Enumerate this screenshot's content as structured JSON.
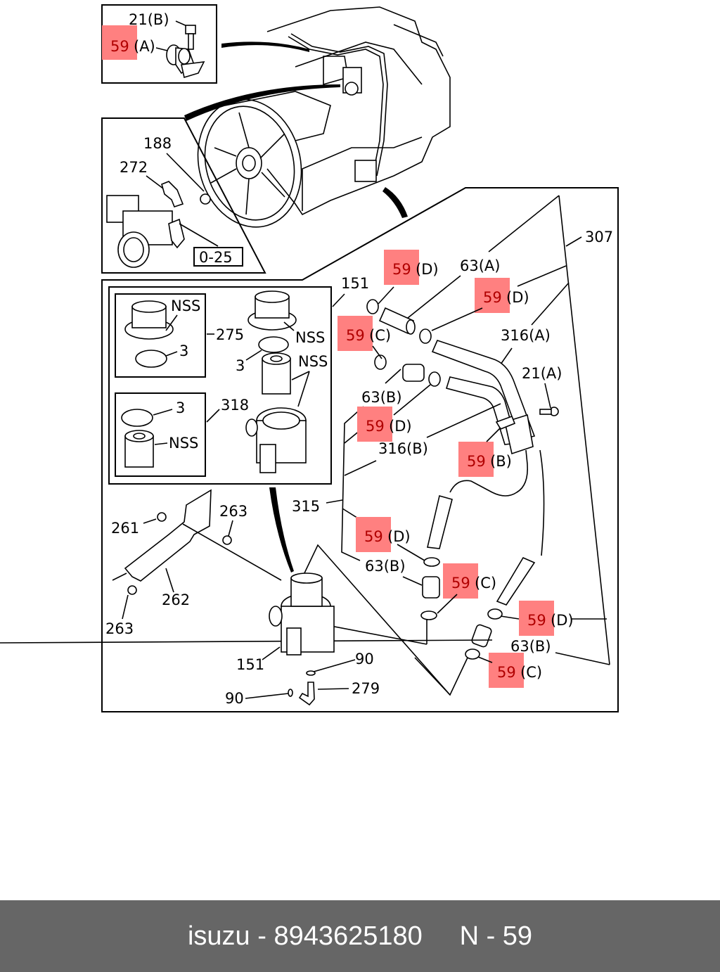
{
  "footer": {
    "brand": "isuzu",
    "separator": " - ",
    "part_number": "8943625180",
    "diagram_ref": "N - 59"
  },
  "colors": {
    "highlight": "#ff8080",
    "highlight_text": "#b00000",
    "footer_bg": "#666666"
  },
  "labels": {
    "inset_a_21b": "21(B)",
    "inset_a_59a_num": "59",
    "inset_a_59a_suffix": "(A)",
    "inset_b_188": "188",
    "inset_b_272": "272",
    "inset_b_ref": "0-25",
    "l151_top": "151",
    "l275": "275",
    "l318": "318",
    "nss_1": "NSS",
    "nss_2": "NSS",
    "nss_3": "NSS",
    "nss_4": "NSS",
    "three_1": "3",
    "three_2": "3",
    "three_3": "3",
    "l307": "307",
    "l63a": "63(A)",
    "l316a": "316(A)",
    "l21a": "21(A)",
    "l63b_1": "63(B)",
    "l316b": "316(B)",
    "l315": "315",
    "l63b_2": "63(B)",
    "l63b_3": "63(B)",
    "l261": "261",
    "l263_1": "263",
    "l263_2": "263",
    "l262": "262",
    "l151_bottom": "151",
    "l90_1": "90",
    "l90_2": "90",
    "l279": "279"
  },
  "highlighted_callouts": [
    {
      "num": "59",
      "suffix": "(D)"
    },
    {
      "num": "59",
      "suffix": "(D)"
    },
    {
      "num": "59",
      "suffix": "(C)"
    },
    {
      "num": "59",
      "suffix": "(D)"
    },
    {
      "num": "59",
      "suffix": "(B)"
    },
    {
      "num": "59",
      "suffix": "(D)"
    },
    {
      "num": "59",
      "suffix": "(C)"
    },
    {
      "num": "59",
      "suffix": "(D)"
    },
    {
      "num": "59",
      "suffix": "(C)"
    }
  ]
}
